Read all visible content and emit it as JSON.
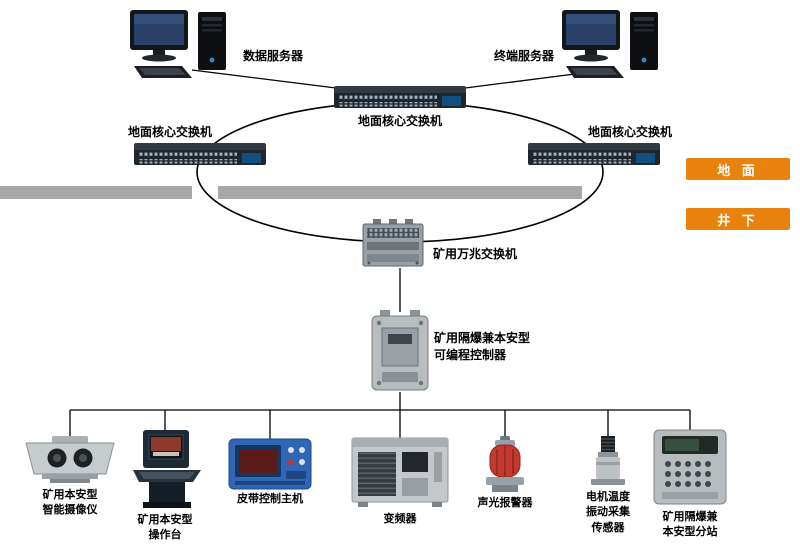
{
  "zones": {
    "surface_label": "地 面",
    "underground_label": "井 下"
  },
  "servers": {
    "data_server_label": "数据服务器",
    "terminal_server_label": "终端服务器"
  },
  "switches": {
    "top_label": "地面核心交换机",
    "left_label": "地面核心交换机",
    "right_label": "地面核心交换机"
  },
  "underground": {
    "mine_switch_label": "矿用万兆交换机",
    "plc_label": "矿用隔爆兼本安型\n可编程控制器"
  },
  "devices": [
    {
      "label": "矿用本安型\n智能摄像仪"
    },
    {
      "label": "矿用本安型\n操作台"
    },
    {
      "label": "皮带控制主机"
    },
    {
      "label": "变频器"
    },
    {
      "label": "声光报警器"
    },
    {
      "label": "电机温度\n振动采集\n传感器"
    },
    {
      "label": "矿用隔爆兼\n本安型分站"
    }
  ],
  "colors": {
    "accent_orange": "#e8820c",
    "bar_gray": "#a8a8a8",
    "line_black": "#000000"
  }
}
